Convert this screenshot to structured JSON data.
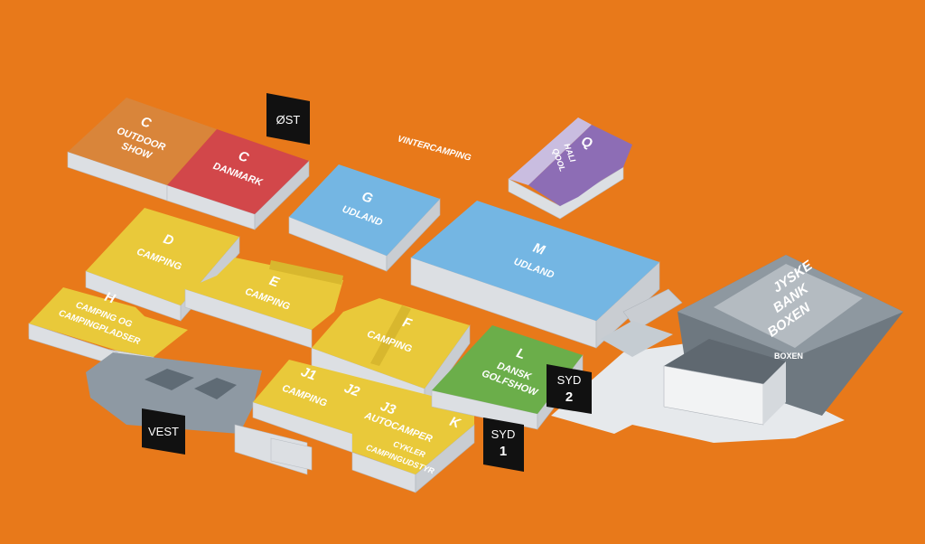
{
  "map_title": "",
  "entrances": {
    "east": "ØST",
    "west": "VEST",
    "south1": "SYD\n1",
    "south1_word": "SYD",
    "south1_num": "1",
    "south2_word": "SYD",
    "south2_num": "2"
  },
  "area_label": "VINTERCAMPING",
  "halls": {
    "c_outdoor": {
      "letter": "C",
      "line1": "OUTDOOR",
      "line2": "SHOW"
    },
    "c_danmark": {
      "letter": "C",
      "line1": "DANMARK"
    },
    "d": {
      "letter": "D",
      "line1": "CAMPING"
    },
    "e": {
      "letter": "E",
      "line1": "CAMPING"
    },
    "f": {
      "letter": "F",
      "line1": "CAMPING"
    },
    "g": {
      "letter": "G",
      "line1": "UDLAND"
    },
    "h": {
      "letter": "H",
      "line1": "CAMPING OG",
      "line2": "CAMPINGPLADSER"
    },
    "j1": {
      "letter": "J1",
      "line1": "CAMPING"
    },
    "j2": {
      "letter": "J2"
    },
    "j3": {
      "letter": "J3",
      "line1": "AUTOCAMPER"
    },
    "k": {
      "letter": "K",
      "line1": "CYKLER",
      "line2": "CAMPINGUDSTYR"
    },
    "l": {
      "letter": "L",
      "line1": "DANSK",
      "line2": "GOLFSHOW"
    },
    "m": {
      "letter": "M",
      "line1": "UDLAND"
    },
    "q": {
      "letter": "Q",
      "line1": "HALI",
      "line2": "QOOL"
    }
  },
  "arena": {
    "line1": "JYSKE",
    "line2": "BANK",
    "line3": "BOXEN",
    "logo": "BOXEN"
  },
  "colors": {
    "background": "#E8791A",
    "outdoor": "#D9853A",
    "danmark": "#D2474A",
    "udland": "#74B6E3",
    "camping": "#E9C93A",
    "golf": "#6BAE4A",
    "qool": "#8D6DB5",
    "arena": "#7D8790"
  }
}
